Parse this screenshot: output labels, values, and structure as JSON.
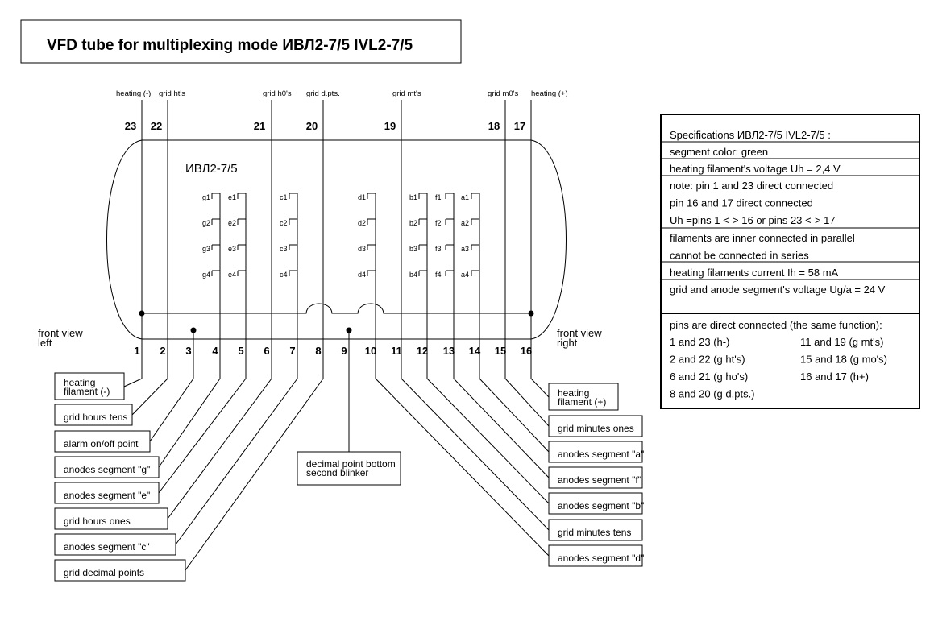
{
  "title": "VFD tube  for multiplexing mode ИВЛ2-7/5   IVL2-7/5",
  "tube_label": "ИВЛ2-7/5",
  "top_pin_labels": [
    {
      "text": "heating (-)",
      "pin": "23"
    },
    {
      "text": "grid ht's",
      "pin": "22"
    },
    {
      "text": "grid h0's",
      "pin": "21"
    },
    {
      "text": "grid d.pts.",
      "pin": "20"
    },
    {
      "text": "grid mt's",
      "pin": "19"
    },
    {
      "text": "grid m0's",
      "pin": "18"
    },
    {
      "text": "heating (+)",
      "pin": "17"
    }
  ],
  "bottom_pins": [
    "1",
    "2",
    "3",
    "4",
    "5",
    "6",
    "7",
    "8",
    "9",
    "10",
    "11",
    "12",
    "13",
    "14",
    "15",
    "16"
  ],
  "segments": [
    [
      "g1",
      "g2",
      "g3",
      "g4"
    ],
    [
      "e1",
      "e2",
      "e3",
      "e4"
    ],
    [
      "c1",
      "c2",
      "c3",
      "c4"
    ],
    [
      "d1",
      "d2",
      "d3",
      "d4"
    ],
    [
      "b1",
      "b2",
      "b3",
      "b4"
    ],
    [
      "f1",
      "f2",
      "f3",
      "f4"
    ],
    [
      "a1",
      "a2",
      "a3",
      "a4"
    ]
  ],
  "front_view_left": [
    "front view",
    "left"
  ],
  "front_view_right": [
    "front view",
    "right"
  ],
  "left_callouts": [
    [
      "heating",
      "filament (-)"
    ],
    [
      "grid hours tens"
    ],
    [
      "alarm on/off point"
    ],
    [
      "anodes segment \"g\""
    ],
    [
      "anodes segment \"e\""
    ],
    [
      "grid  hours  ones"
    ],
    [
      "anodes segment \"c\""
    ],
    [
      "grid decimal points"
    ]
  ],
  "center_callout": [
    "decimal point bottom",
    "second blinker"
  ],
  "right_callouts": [
    [
      "heating",
      "filament (+)"
    ],
    [
      "grid minutes ones"
    ],
    [
      "anodes segment \"a\""
    ],
    [
      "anodes segment \"f\""
    ],
    [
      "anodes segment \"b\""
    ],
    [
      "grid minutes tens"
    ],
    [
      "anodes segment \"d\""
    ]
  ],
  "spec_rows": [
    [
      "Specifications ИВЛ2-7/5     IVL2-7/5 :"
    ],
    [
      "segment color:                     green"
    ],
    [
      "heating filament's voltage Uh = 2,4  V"
    ],
    [
      "note: pin 1 and 23 direct connected",
      "        pin 16 and 17 direct connected",
      "Uh =pins 1 <-> 16 or pins  23 <-> 17"
    ],
    [
      "filaments are inner connected in parallel",
      "cannot be connected in series"
    ],
    [
      "heating filaments current    Ih = 58 mA"
    ],
    [
      "grid and anode segment's voltage Ug/a = 24 V"
    ]
  ],
  "pins_connected": {
    "heading": "pins are direct connected (the same function):",
    "rows": [
      [
        "1 and 23 (h-)",
        "11 and 19  (g mt's)"
      ],
      [
        "2 and 22 (g ht's)",
        "15 and 18  (g mo's)"
      ],
      [
        "6 and 21 (g ho's)",
        "16 and 17   (h+)"
      ],
      [
        "8 and 20 (g d.pts.)",
        ""
      ]
    ]
  }
}
